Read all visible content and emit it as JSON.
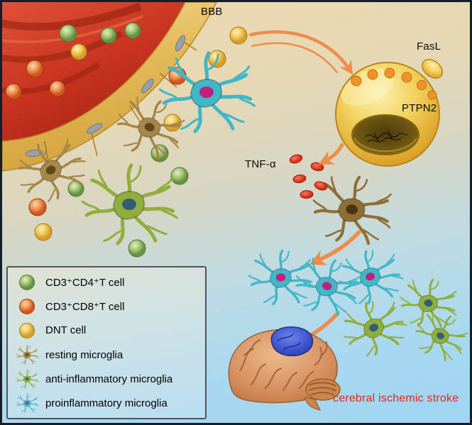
{
  "labels": {
    "bbb": "BBB",
    "fasl": "FasL",
    "ptpn2": "PTPN2",
    "tnf_alpha": "TNF-α",
    "stroke_caption": "cerebral ischemic stroke"
  },
  "legend": {
    "items": [
      {
        "name": "cd3-cd4-t-cell",
        "label": "CD3⁺CD4⁺T cell",
        "color": "#6f9c49"
      },
      {
        "name": "cd3-cd8-t-cell",
        "label": "CD3⁺CD8⁺T cell",
        "color": "#dd5a28"
      },
      {
        "name": "dnt-cell",
        "label": "DNT cell",
        "color": "#e5b23c"
      },
      {
        "name": "resting-microglia",
        "label": "resting  microglia",
        "color": "#a5874a"
      },
      {
        "name": "anti-inflammatory-microglia",
        "label": "anti-inflammatory  microglia",
        "color": "#8fae3b"
      },
      {
        "name": "proinflammatory-microglia",
        "label": "proinflammatory  microglia",
        "color": "#3fb7c8"
      }
    ]
  },
  "palette": {
    "caption_red": "#e8251f",
    "arrow_orange": "#ef8c4a",
    "vessel_gold": "#d8a944",
    "blood_red": "#c23318",
    "tnf_red": "#e03a24",
    "fasl_dot_orange": "#f09227",
    "infarct_blue": "#3c52cc",
    "background_top": "#ecd9ae",
    "background_bottom": "#9ed5f2"
  }
}
